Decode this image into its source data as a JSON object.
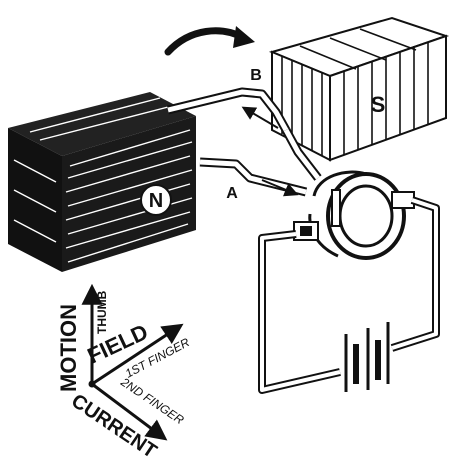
{
  "labels": {
    "north_pole": "N",
    "south_pole": "S",
    "point_a": "A",
    "point_b": "B",
    "motion": "MOTION",
    "thumb": "THUMB",
    "field": "FIELD",
    "first_finger": "1ST FINGER",
    "current": "CURRENT",
    "second_finger": "2ND FINGER"
  },
  "colors": {
    "ink": "#111111",
    "paper": "#ffffff"
  }
}
